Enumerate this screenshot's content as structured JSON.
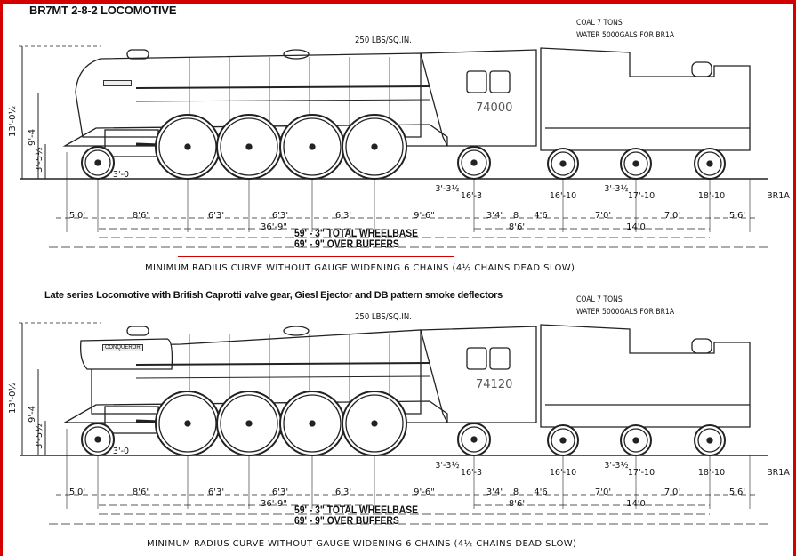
{
  "diagrams": [
    {
      "title": "BR7MT 2-8-2 LOCOMOTIVE",
      "pressure": "250 LBS/SQ.IN.",
      "coal": "COAL 7 TONS",
      "water": "WATER 5000GALS FOR BR1A",
      "loco_number": "74000",
      "nameplate": "",
      "heights": {
        "overall": "13'-0½",
        "boiler": "9'-4",
        "buffer": "3'-5½"
      },
      "wheel_labels": {
        "pony": "3'-0",
        "trailing_dia": "3'-3½",
        "trailing_pos": "16'-3",
        "tender1": "16'-10",
        "tender_dia": "3'-3½",
        "tender2": "17'-10",
        "tender3": "18'-10",
        "tender_type": "BR1A"
      },
      "spacings": [
        "5'0'",
        "8'6'",
        "6'3'",
        "6'3'",
        "6'3'",
        "9'-6\"",
        "3'4'",
        "8",
        "4'6",
        "7'0'",
        "7'0'",
        "5'6'"
      ],
      "sub_dims": {
        "coupled": "36'-9\"",
        "tender_bogie": "8'6'",
        "tender_wb": "14'0"
      },
      "total_wheelbase": "59' - 3\" TOTAL WHEELBASE",
      "over_buffers": "69' - 9\" OVER BUFFERS",
      "min_radius": "MINIMUM RADIUS CURVE WITHOUT GAUGE WIDENING 6 CHAINS (4½ CHAINS DEAD SLOW)"
    },
    {
      "title": "Late series Locomotive with British Caprotti valve gear, Giesl Ejector and DB pattern smoke deflectors",
      "pressure": "250 LBS/SQ.IN.",
      "coal": "COAL 7 TONS",
      "water": "WATER 5000GALS FOR BR1A",
      "loco_number": "74120",
      "nameplate": "CONQUEROR",
      "heights": {
        "overall": "13'-0½",
        "boiler": "9'-4",
        "buffer": "3'-5½"
      },
      "wheel_labels": {
        "pony": "3'-0",
        "trailing_dia": "3'-3½",
        "trailing_pos": "16'-3",
        "tender1": "16'-10",
        "tender_dia": "3'-3½",
        "tender2": "17'-10",
        "tender3": "18'-10",
        "tender_type": "BR1A"
      },
      "spacings": [
        "5'0'",
        "8'6'",
        "6'3'",
        "6'3'",
        "6'3'",
        "9'-6\"",
        "3'4'",
        "8",
        "4'6",
        "7'0'",
        "7'0'",
        "5'6'"
      ],
      "sub_dims": {
        "coupled": "36'-9\"",
        "tender_bogie": "8'6'",
        "tender_wb": "14'0"
      },
      "total_wheelbase": "59' - 3\" TOTAL WHEELBASE",
      "over_buffers": "69' - 9\" OVER BUFFERS",
      "min_radius": "MINIMUM RADIUS CURVE WITHOUT GAUGE WIDENING 6 CHAINS (4½ CHAINS DEAD SLOW)"
    }
  ],
  "colors": {
    "frame": "#d40000",
    "ink": "#111111"
  }
}
